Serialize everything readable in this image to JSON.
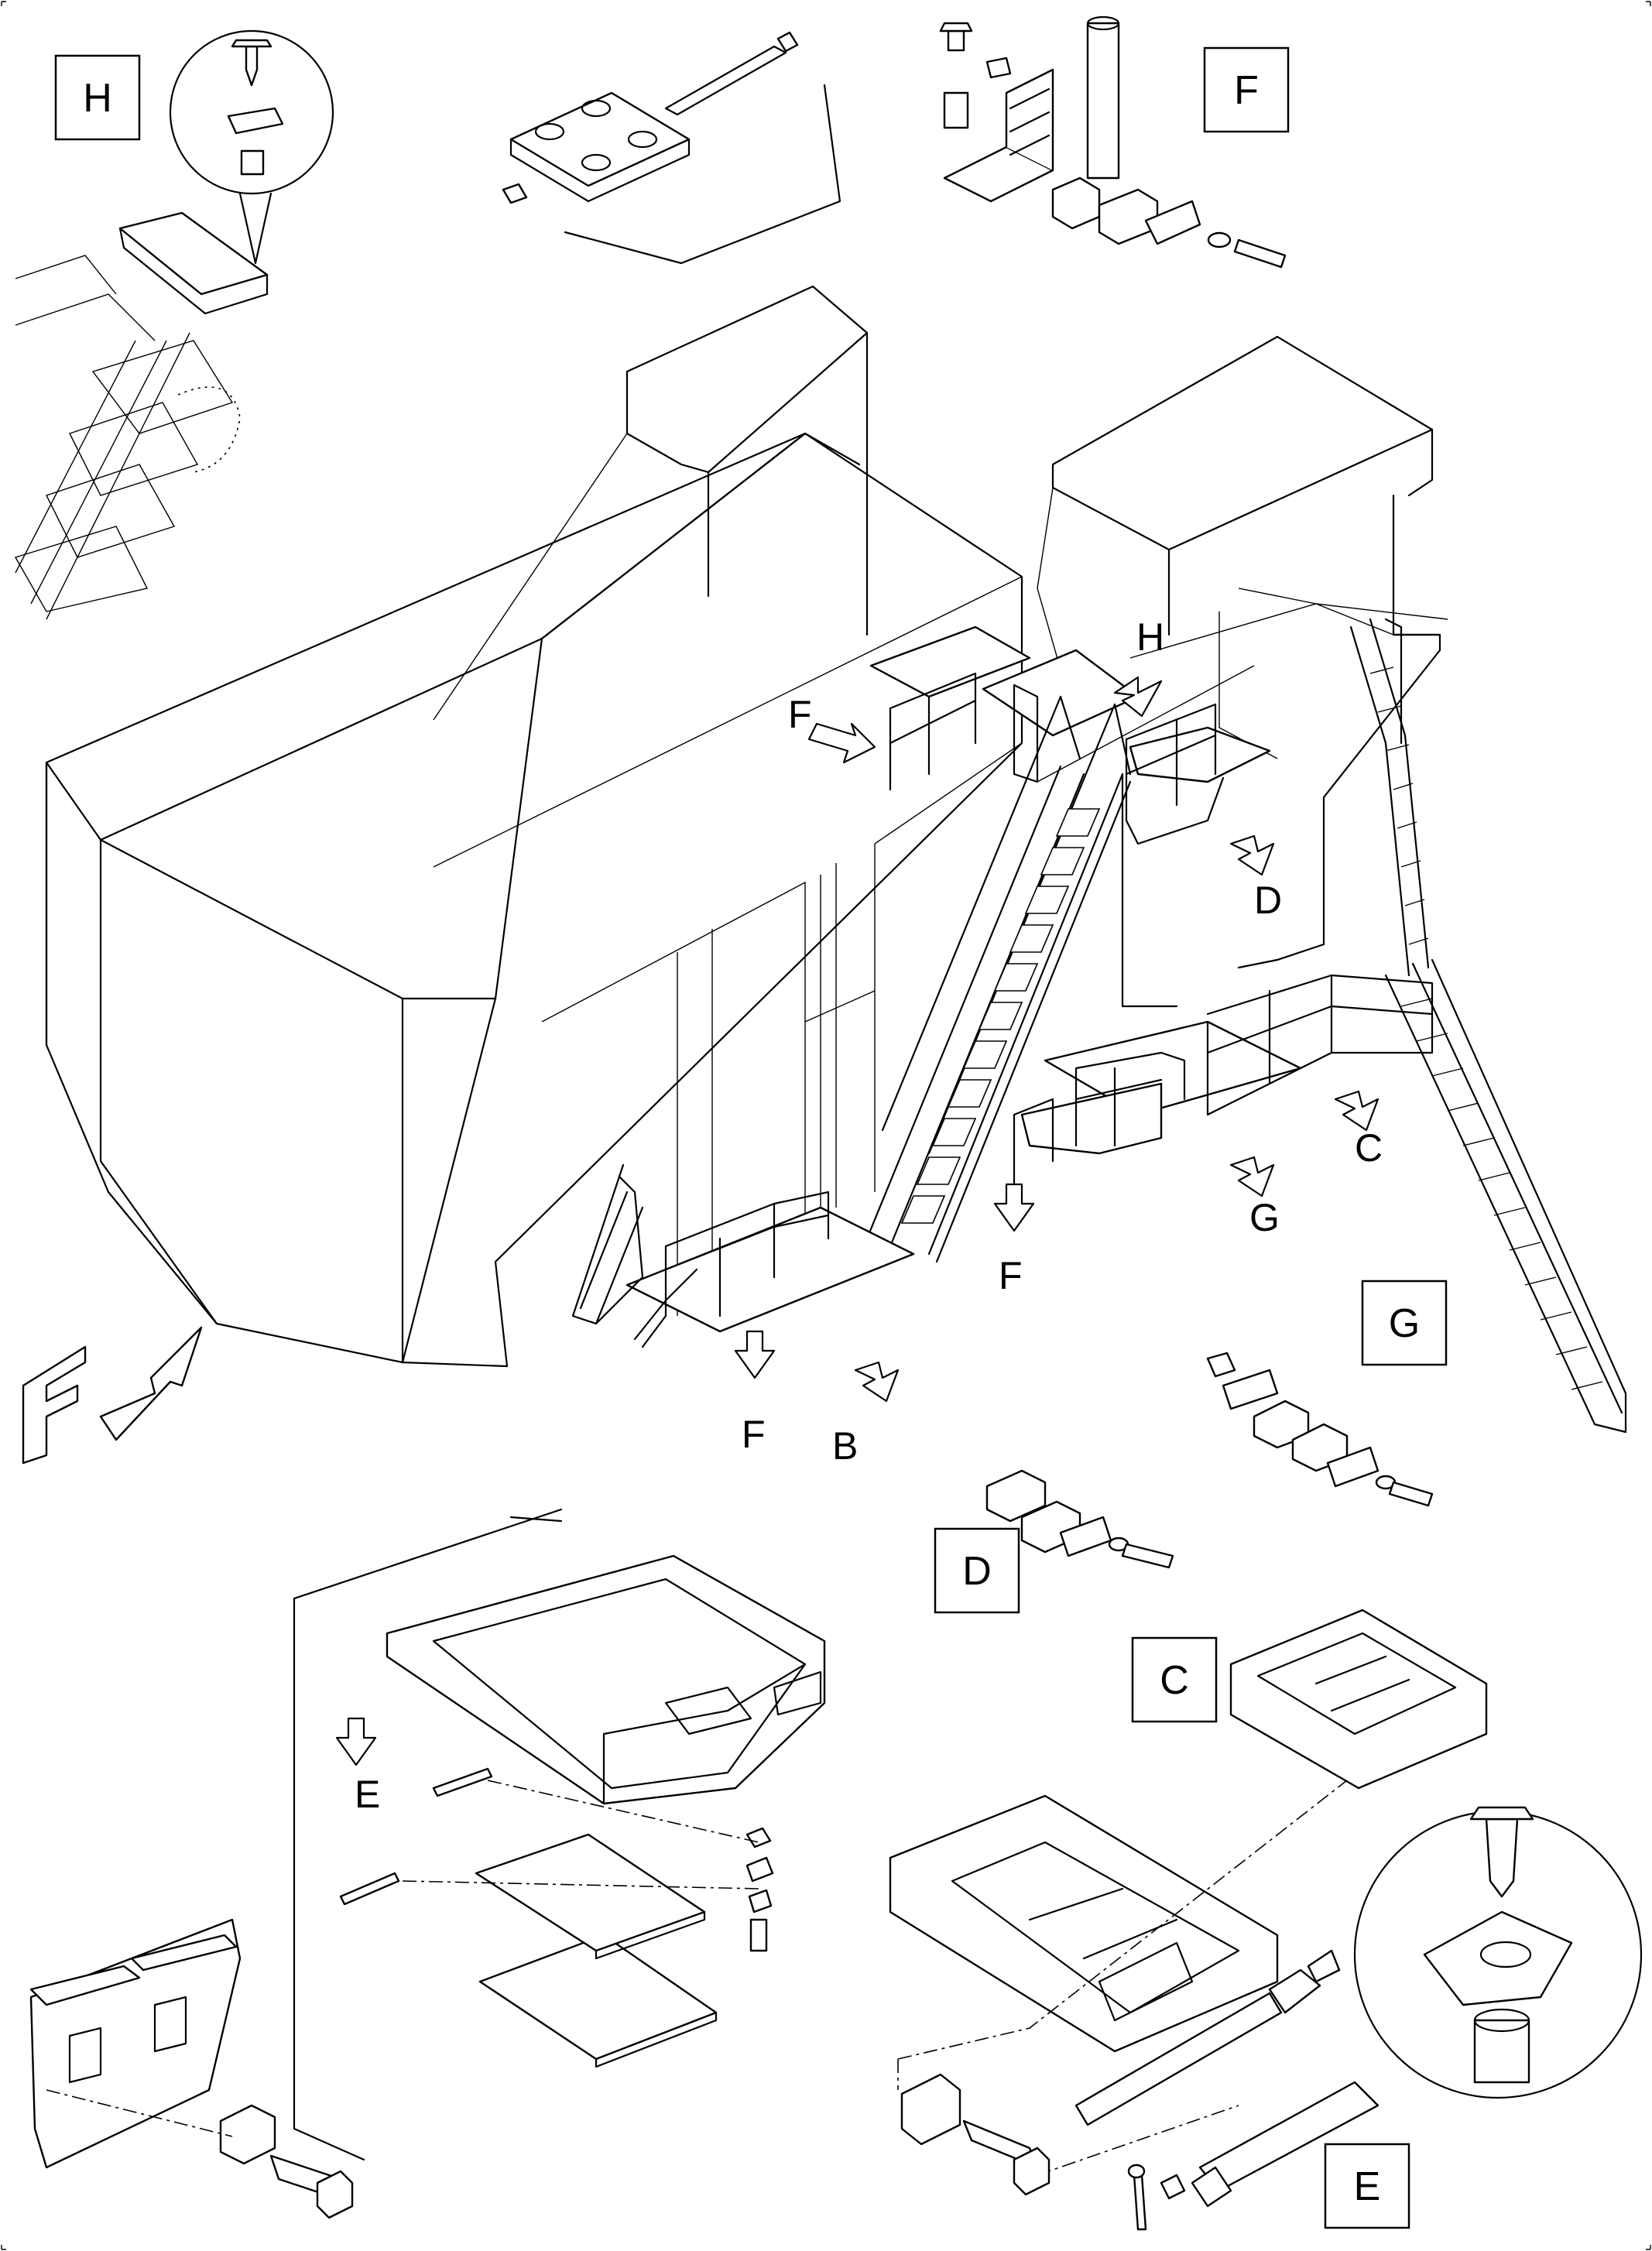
{
  "view_labels": {
    "box_H": "H",
    "box_F": "F",
    "box_G": "G",
    "box_D": "D",
    "box_C": "C",
    "box_E": "E",
    "free_F_top": "F",
    "free_H": "H",
    "free_D": "D",
    "free_C": "C",
    "free_G": "G",
    "free_F_mid": "F",
    "free_F_low": "F",
    "free_B": "B",
    "free_E": "E"
  },
  "front_symbol": "F"
}
